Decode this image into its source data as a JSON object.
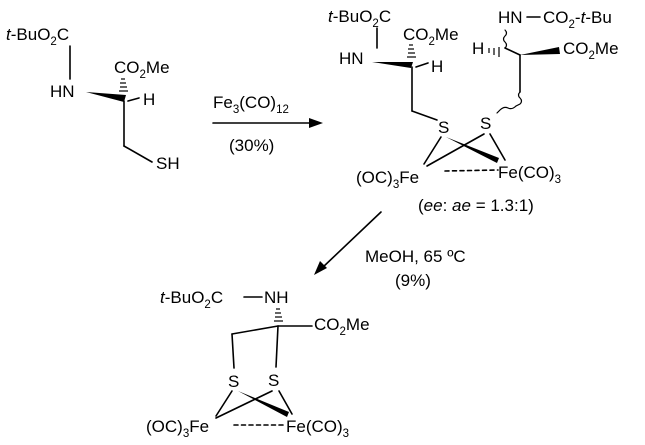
{
  "start": {
    "ester_prefix": "t",
    "ester_main": "-BuO",
    "ester_sub": "2",
    "ester_tail": "C",
    "nh": "HN",
    "co2me_main": "CO",
    "co2me_sub": "2",
    "co2me_tail": "Me",
    "h": "H",
    "sh": "SH"
  },
  "step1": {
    "reagent_main": "Fe",
    "reagent_sub1": "3",
    "reagent_mid": "(CO)",
    "reagent_sub2": "12",
    "yield": "(30%)"
  },
  "product1": {
    "ester_prefix": "t",
    "ester_main": "-BuO",
    "ester_sub": "2",
    "ester_tail": "C",
    "hn": "HN",
    "co2me_main": "CO",
    "co2me_sub": "2",
    "co2me_tail": "Me",
    "h": "H",
    "s1": "S",
    "s2": "S",
    "hn_right": "HN",
    "co2tbu_main": "CO",
    "co2tbu_sub": "2",
    "co2tbu_tail": "-",
    "co2tbu_it": "t",
    "co2tbu_end": "-Bu",
    "h_right": "H",
    "co2me_r_main": "CO",
    "co2me_r_sub": "2",
    "co2me_r_tail": "Me",
    "fe_left_main": "(OC)",
    "fe_left_sub": "3",
    "fe_left_tail": "Fe",
    "fe_right_main": "Fe(CO)",
    "fe_right_sub": "3",
    "ratio_open": "(",
    "ratio_ee": "ee",
    "ratio_colon": ": ",
    "ratio_ae": "ae",
    "ratio_value": " = 1.3:1)"
  },
  "step2": {
    "conditions": "MeOH, 65 ºC",
    "yield": "(9%)"
  },
  "product2": {
    "ester_prefix": "t",
    "ester_main": "-BuO",
    "ester_sub": "2",
    "ester_tail": "C",
    "nh": "NH",
    "co2me_main": "CO",
    "co2me_sub": "2",
    "co2me_tail": "Me",
    "s1": "S",
    "s2": "S",
    "fe_left_main": "(OC)",
    "fe_left_sub": "3",
    "fe_left_tail": "Fe",
    "fe_right_main": "Fe(CO)",
    "fe_right_sub": "3"
  }
}
